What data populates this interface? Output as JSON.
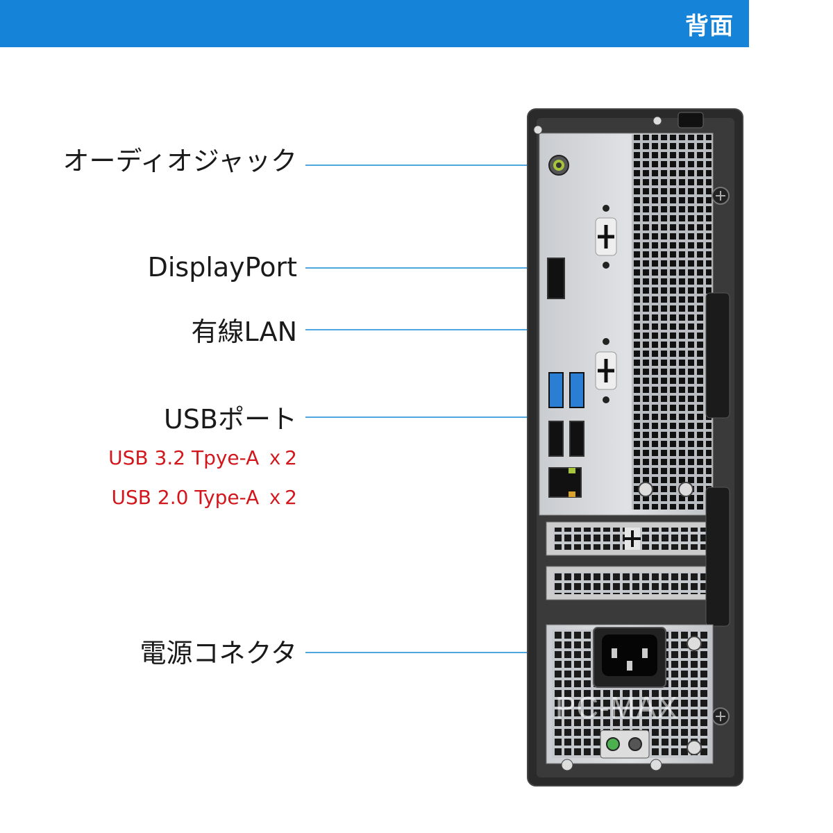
{
  "header": {
    "title": "背面"
  },
  "callouts": [
    {
      "id": "audio-jack",
      "label": "オーディオジャック"
    },
    {
      "id": "displayport",
      "label": "DisplayPort"
    },
    {
      "id": "wired-lan",
      "label": "有線LAN"
    },
    {
      "id": "usb-ports",
      "label": "USBポート"
    },
    {
      "id": "power-connector",
      "label": "電源コネクタ"
    }
  ],
  "usb_specs": [
    "USB 3.2 Tpye-A ｘ2",
    "USB 2.0 Type-A ｘ2"
  ],
  "watermark": "PC-MAX",
  "colors": {
    "header_bg": "#1483d8",
    "leader_line": "#4da6e0",
    "spec_text": "#d2161c",
    "usb3_port": "#2a7fd4"
  }
}
